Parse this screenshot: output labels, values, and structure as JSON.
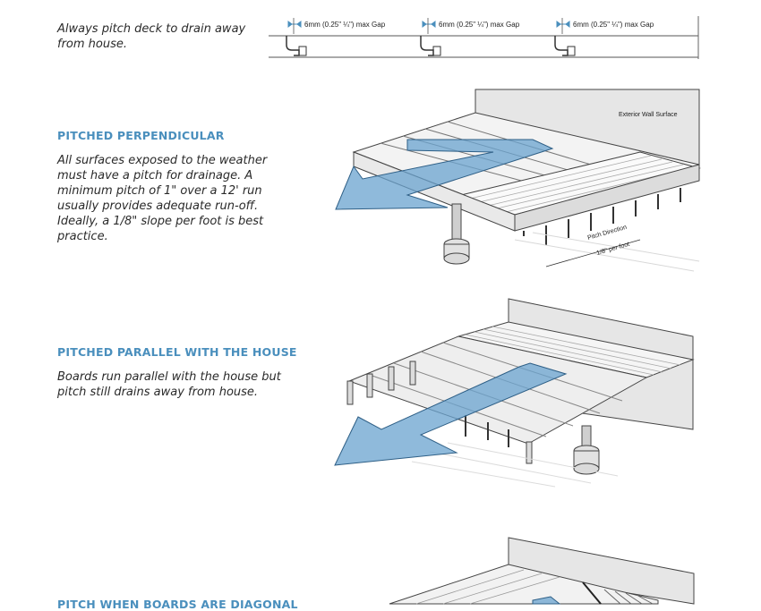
{
  "sections": [
    {
      "heading": "",
      "text": "Always pitch deck to drain away from house.",
      "gap_labels": [
        "6mm (0.25\" ¼\") max Gap",
        "6mm (0.25\" ¼\") max Gap",
        "6mm (0.25\" ¼\") max Gap"
      ]
    },
    {
      "heading": "PITCHED PERPENDICULAR",
      "text": "All surfaces exposed to the weather must have a pitch for drainage. A minimum pitch of 1\" over a 12' run usually provides adequate run-off. Ideally, a 1/8\" slope per foot is best practice.",
      "wall_label": "Exterior Wall Surface",
      "pitch_label": "Pitch Direction",
      "slope_label": "1/8\" per foot"
    },
    {
      "heading": "PITCHED PARALLEL WITH THE HOUSE",
      "text": "Boards run parallel with the house but pitch still drains away from house."
    },
    {
      "heading": "PITCH WHEN BOARDS ARE DIAGONAL"
    }
  ],
  "colors": {
    "heading": "#4a8fbd",
    "arrow_fill": "#6aa3cf",
    "line": "#333333",
    "wall": "#e6e6e6"
  }
}
